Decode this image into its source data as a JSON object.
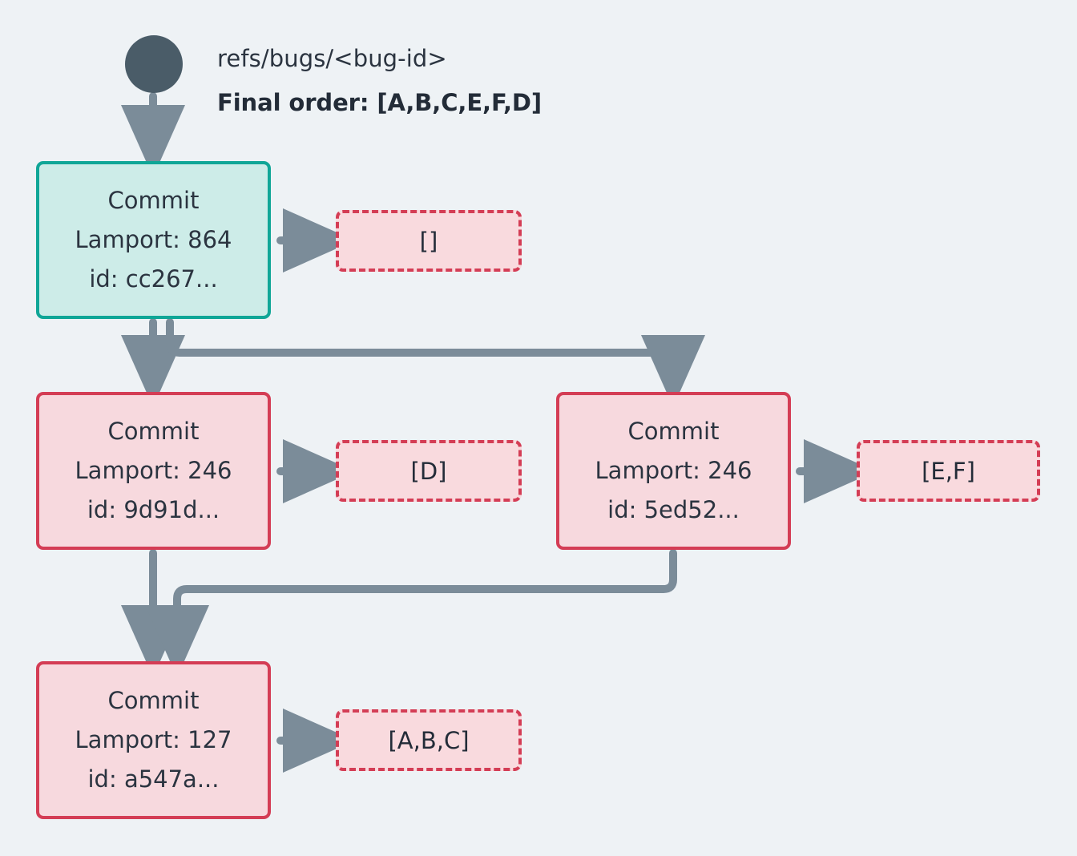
{
  "diagram": {
    "title_ref": "refs/bugs/<bug-id>",
    "final_order": "Final order: [A,B,C,E,F,D]",
    "colors": {
      "background": "#eef2f5",
      "edge": "#7b8c99",
      "start_node": "#4a5c68",
      "head_border": "#10a697",
      "head_fill": "#cdece8",
      "commit_border": "#d43d55",
      "commit_fill": "#f7d9de",
      "oplist_border": "#d43d55",
      "oplist_fill": "#f9dade",
      "text": "#2b3440"
    }
  },
  "start_node": {
    "name": "ref-head-marker"
  },
  "commits": [
    {
      "id": "cc267",
      "kind": "Commit",
      "label": "Commit",
      "lamport_label": "Lamport: 864",
      "id_label": "id: cc267...",
      "lamport": 864,
      "style": "teal"
    },
    {
      "id": "9d91d",
      "kind": "Commit",
      "label": "Commit",
      "lamport_label": "Lamport: 246",
      "id_label": "id: 9d91d...",
      "lamport": 246,
      "style": "pink"
    },
    {
      "id": "5ed52",
      "kind": "Commit",
      "label": "Commit",
      "lamport_label": "Lamport: 246",
      "id_label": "id: 5ed52...",
      "lamport": 246,
      "style": "pink"
    },
    {
      "id": "a547a",
      "kind": "Commit",
      "label": "Commit",
      "lamport_label": "Lamport: 127",
      "id_label": "id: a547a...",
      "lamport": 127,
      "style": "pink"
    }
  ],
  "oplists": [
    {
      "for_commit": "cc267",
      "label": "[]"
    },
    {
      "for_commit": "9d91d",
      "label": "[D]"
    },
    {
      "for_commit": "5ed52",
      "label": "[E,F]"
    },
    {
      "for_commit": "a547a",
      "label": "[A,B,C]"
    }
  ]
}
